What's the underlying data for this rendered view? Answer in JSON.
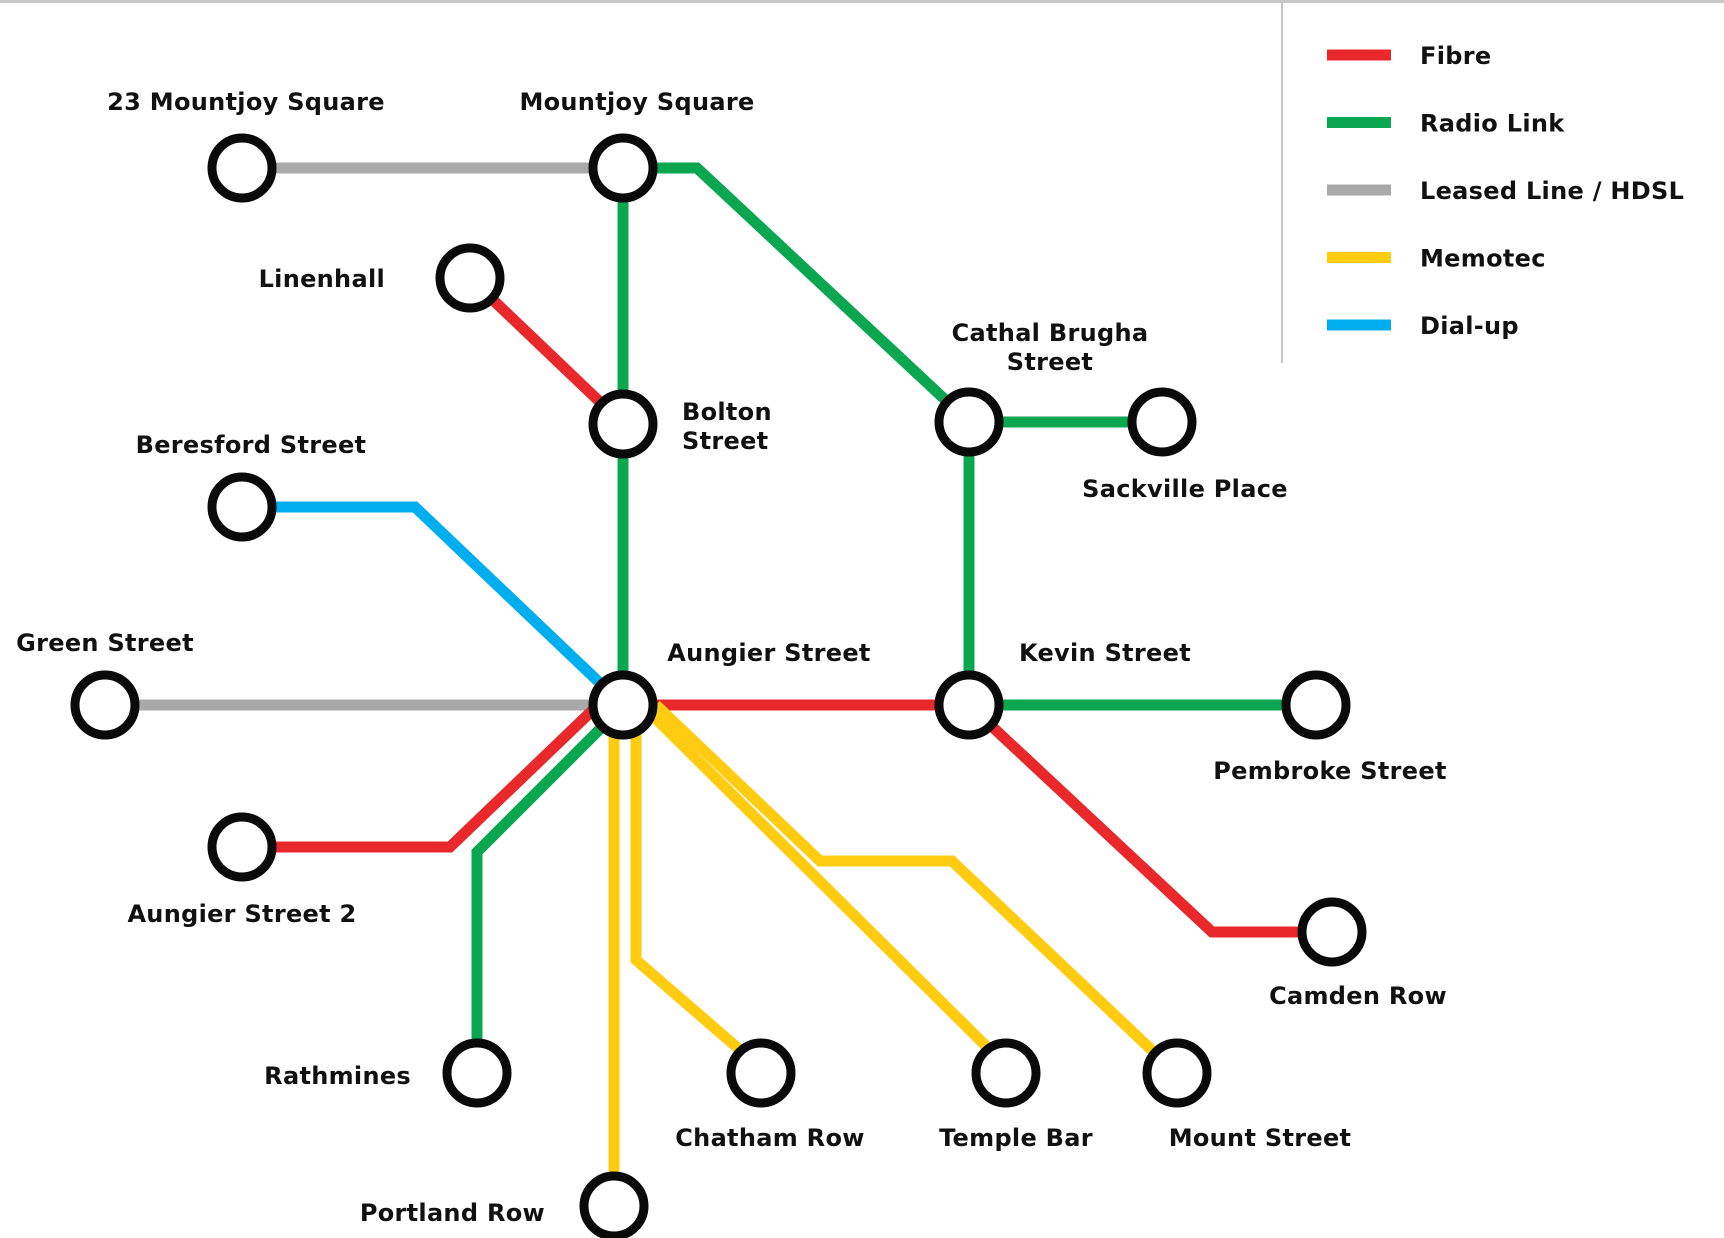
{
  "colors": {
    "fibre": "#e8282b",
    "radio": "#0aa650",
    "leased": "#a9a9a9",
    "memotec": "#ffcc11",
    "dialup": "#00aeef"
  },
  "legend": [
    {
      "key": "fibre",
      "label": "Fibre"
    },
    {
      "key": "radio",
      "label": "Radio Link"
    },
    {
      "key": "leased",
      "label": "Leased Line / HDSL"
    },
    {
      "key": "memotec",
      "label": "Memotec"
    },
    {
      "key": "dialup",
      "label": "Dial-up"
    }
  ],
  "stations": {
    "mountjoy23": {
      "label": [
        "23 Mountjoy Square"
      ]
    },
    "mountjoy": {
      "label": [
        "Mountjoy Square"
      ]
    },
    "linenhall": {
      "label": [
        "Linenhall"
      ]
    },
    "bolton": {
      "label": [
        "Bolton",
        "Street"
      ]
    },
    "cathal": {
      "label": [
        "Cathal Brugha",
        "Street"
      ]
    },
    "sackville": {
      "label": [
        "Sackville Place"
      ]
    },
    "beresford": {
      "label": [
        "Beresford Street"
      ]
    },
    "green": {
      "label": [
        "Green Street"
      ]
    },
    "aungier": {
      "label": [
        "Aungier Street"
      ]
    },
    "kevin": {
      "label": [
        "Kevin Street"
      ]
    },
    "pembroke": {
      "label": [
        "Pembroke Street"
      ]
    },
    "aungier2": {
      "label": [
        "Aungier Street 2"
      ]
    },
    "camden": {
      "label": [
        "Camden Row"
      ]
    },
    "rathmines": {
      "label": [
        "Rathmines"
      ]
    },
    "chatham": {
      "label": [
        "Chatham Row"
      ]
    },
    "templebar": {
      "label": [
        "Temple Bar"
      ]
    },
    "mount": {
      "label": [
        "Mount Street"
      ]
    },
    "portland": {
      "label": [
        "Portland Row"
      ]
    }
  },
  "links": [
    {
      "type": "leased",
      "from": "mountjoy23",
      "to": "mountjoy"
    },
    {
      "type": "radio",
      "from": "mountjoy",
      "to": "bolton"
    },
    {
      "type": "radio",
      "from": "mountjoy",
      "to": "cathal"
    },
    {
      "type": "fibre",
      "from": "linenhall",
      "to": "bolton"
    },
    {
      "type": "radio",
      "from": "bolton",
      "to": "aungier"
    },
    {
      "type": "radio",
      "from": "cathal",
      "to": "sackville"
    },
    {
      "type": "radio",
      "from": "cathal",
      "to": "kevin"
    },
    {
      "type": "dialup",
      "from": "beresford",
      "to": "aungier"
    },
    {
      "type": "leased",
      "from": "green",
      "to": "aungier"
    },
    {
      "type": "fibre",
      "from": "aungier",
      "to": "kevin"
    },
    {
      "type": "radio",
      "from": "kevin",
      "to": "pembroke"
    },
    {
      "type": "fibre",
      "from": "kevin",
      "to": "camden"
    },
    {
      "type": "fibre",
      "from": "aungier2",
      "to": "aungier"
    },
    {
      "type": "radio",
      "from": "rathmines",
      "to": "aungier"
    },
    {
      "type": "memotec",
      "from": "aungier",
      "to": "portland"
    },
    {
      "type": "memotec",
      "from": "aungier",
      "to": "chatham"
    },
    {
      "type": "memotec",
      "from": "aungier",
      "to": "templebar"
    },
    {
      "type": "memotec",
      "from": "aungier",
      "to": "mount"
    }
  ]
}
